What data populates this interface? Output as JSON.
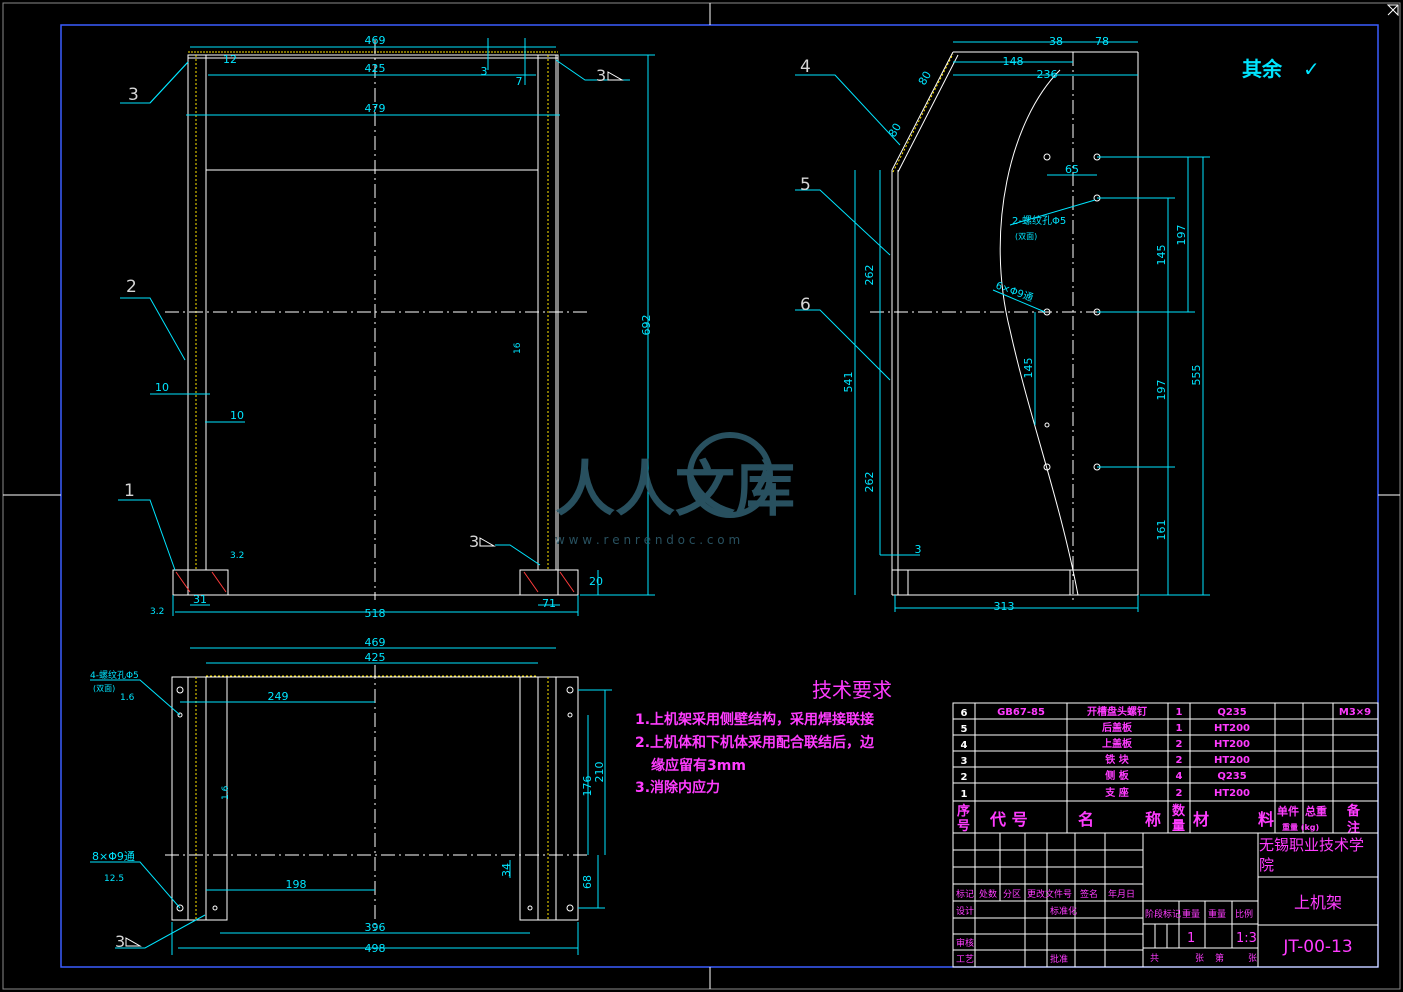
{
  "roughness": {
    "label": "其余",
    "symbol": "✓"
  },
  "colors": {
    "background": "#000000",
    "dimension": "#00e5ff",
    "outline": "#ffffff",
    "annotation": "#ff3cff",
    "frame": "#3a5dff"
  },
  "views": {
    "front": {
      "dims": {
        "top_width": "469",
        "inner_width": "425",
        "outer_width": "479",
        "bottom_width": "518",
        "height": "692",
        "plate_12": "12",
        "gap_3": "3",
        "gap_7": "7",
        "wall_10a": "10",
        "wall_10b": "10",
        "foot_31": "31",
        "foot_71": "71",
        "foot_20": "20"
      },
      "weld_right": "3",
      "weld_left": "3",
      "weld_bottom": "3",
      "rough_16": "16",
      "rough_32": "3.2",
      "rough_32b": "3.2",
      "parts": [
        "3",
        "2",
        "1"
      ]
    },
    "side": {
      "dims": {
        "d38": "38",
        "d78": "78",
        "d148": "148",
        "d236": "236",
        "d80a": "80",
        "d80b": "80",
        "d65": "65",
        "d145a": "145",
        "d197a": "197",
        "d555": "555",
        "d262a": "262",
        "d262b": "262",
        "d541": "541",
        "d145b": "145",
        "d197b": "197",
        "d161": "161",
        "d3": "3",
        "d313": "313"
      },
      "holes_a": "2-螺纹孔Φ5",
      "holes_a_note": "(双面)",
      "holes_b": "6×Φ9通",
      "parts": [
        "4",
        "5",
        "6"
      ]
    },
    "top": {
      "dims": {
        "d469": "469",
        "d425": "425",
        "d249": "249",
        "d198": "198",
        "d396": "396",
        "d498": "498",
        "d210": "210",
        "d176": "176",
        "d68": "68",
        "d34": "34"
      },
      "hole_a": "4-螺纹孔Φ5",
      "hole_a_note": "(双面)",
      "hole_a_r": "1.6",
      "hole_b": "8×Φ9通",
      "hole_b_r": "12.5",
      "weld": "3",
      "rough_16": "1.6"
    }
  },
  "tech": {
    "title": "技术要求",
    "items": [
      "1.上机架采用侧壁结构，采用焊接联接",
      "2.上机体和下机体采用配合联结后，边",
      "缘应留有3mm",
      "3.消除内应力"
    ]
  },
  "bom": {
    "rows": [
      {
        "no": "6",
        "code": "GB67-85",
        "name": "开槽盘头螺钉",
        "qty": "1",
        "mat": "Q235",
        "note": "M3×9"
      },
      {
        "no": "5",
        "code": "",
        "name": "后盖板",
        "qty": "1",
        "mat": "HT200",
        "note": ""
      },
      {
        "no": "4",
        "code": "",
        "name": "上盖板",
        "qty": "2",
        "mat": "HT200",
        "note": ""
      },
      {
        "no": "3",
        "code": "",
        "name": "铁 块",
        "qty": "2",
        "mat": "HT200",
        "note": ""
      },
      {
        "no": "2",
        "code": "",
        "name": "侧 板",
        "qty": "4",
        "mat": "Q235",
        "note": ""
      },
      {
        "no": "1",
        "code": "",
        "name": "支 座",
        "qty": "2",
        "mat": "HT200",
        "note": ""
      }
    ],
    "header": {
      "no_a": "序",
      "no_b": "号",
      "code": "代 号",
      "name_a": "名",
      "name_b": "称",
      "qty_a": "数",
      "qty_b": "量",
      "mat_a": "材",
      "mat_b": "料",
      "unit": "单件",
      "total": "总重",
      "weight": "重量 (kg)",
      "note_a": "备",
      "note_b": "注"
    }
  },
  "title_block": {
    "school": "无锡职业技术学院",
    "part_name": "上机架",
    "drawing_no": "JT-00-13",
    "scale": "1:3",
    "count": "1",
    "labels": {
      "mark": "标记",
      "places": "处数",
      "zone": "分区",
      "change_doc": "更改文件号",
      "sign": "签名",
      "date": "年月日",
      "design": "设计",
      "standard": "标准化",
      "stage": "阶段标记",
      "weight": "重量",
      "scale": "比例",
      "check": "审核",
      "process": "工艺",
      "approve": "批准",
      "total": "共",
      "sheet": "张",
      "page": "第",
      "page2": "张"
    }
  },
  "watermark": {
    "text": "人人文库",
    "url": "w w w . r e n r e n d o c . c o m"
  }
}
